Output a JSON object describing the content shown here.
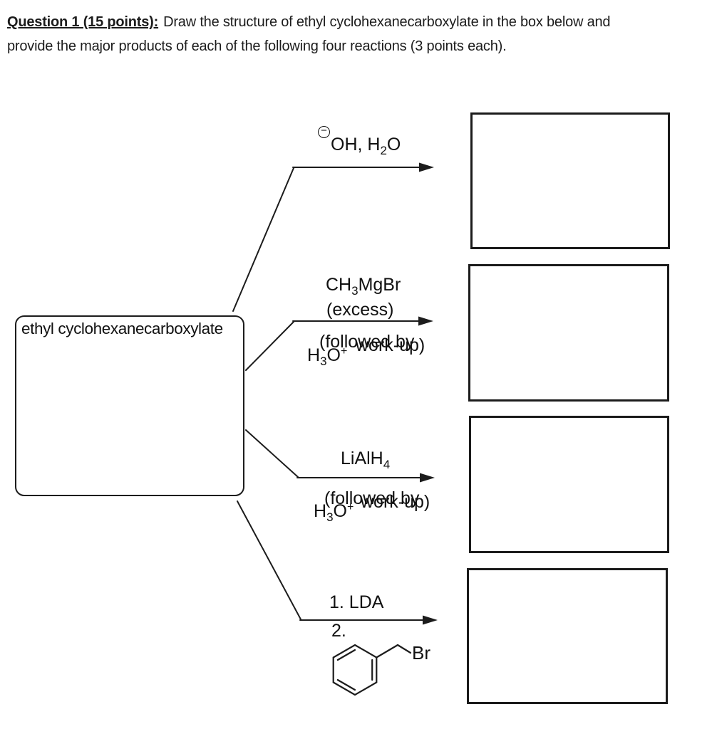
{
  "header": {
    "bold": "Question 1 (15 points):",
    "line1_rest": "Draw the structure of ethyl cyclohexanecarboxylate in the box below and",
    "line2": "provide the major products of each of the following four reactions (3 points each)."
  },
  "substrate": {
    "label": "ethyl cyclohexanecarboxylate"
  },
  "reactions": [
    {
      "name": "hydroxide hydrolysis",
      "charge": "−",
      "reagent": {
        "f1": "OH, H",
        "s1": "2",
        "f2": "O"
      }
    },
    {
      "name": "grignard excess",
      "reagent": {
        "f1": "CH",
        "s1": "3",
        "f2": "MgBr"
      },
      "note": "(excess)",
      "workup": {
        "t1": "(followed by",
        "t2": "work-up)"
      },
      "acid": {
        "f1": "H",
        "s1": "3",
        "f2": "O",
        "sup": "+"
      }
    },
    {
      "name": "lithium aluminum hydride reduction",
      "reagent": {
        "f1": "LiAlH",
        "s1": "4"
      },
      "workup": {
        "t1": "(followed by",
        "t2": "work-up)"
      },
      "acid": {
        "f1": "H",
        "s1": "3",
        "f2": "O",
        "sup": "+"
      }
    },
    {
      "name": "lda then benzyl bromide",
      "step1": "1. LDA",
      "step2": "2.",
      "halide_label": "Br"
    }
  ],
  "answer_boxes": [
    "",
    "",
    "",
    ""
  ],
  "colors": {
    "ink": "#1a1a1a",
    "line": "#1c1c1c",
    "background": "#ffffff"
  }
}
